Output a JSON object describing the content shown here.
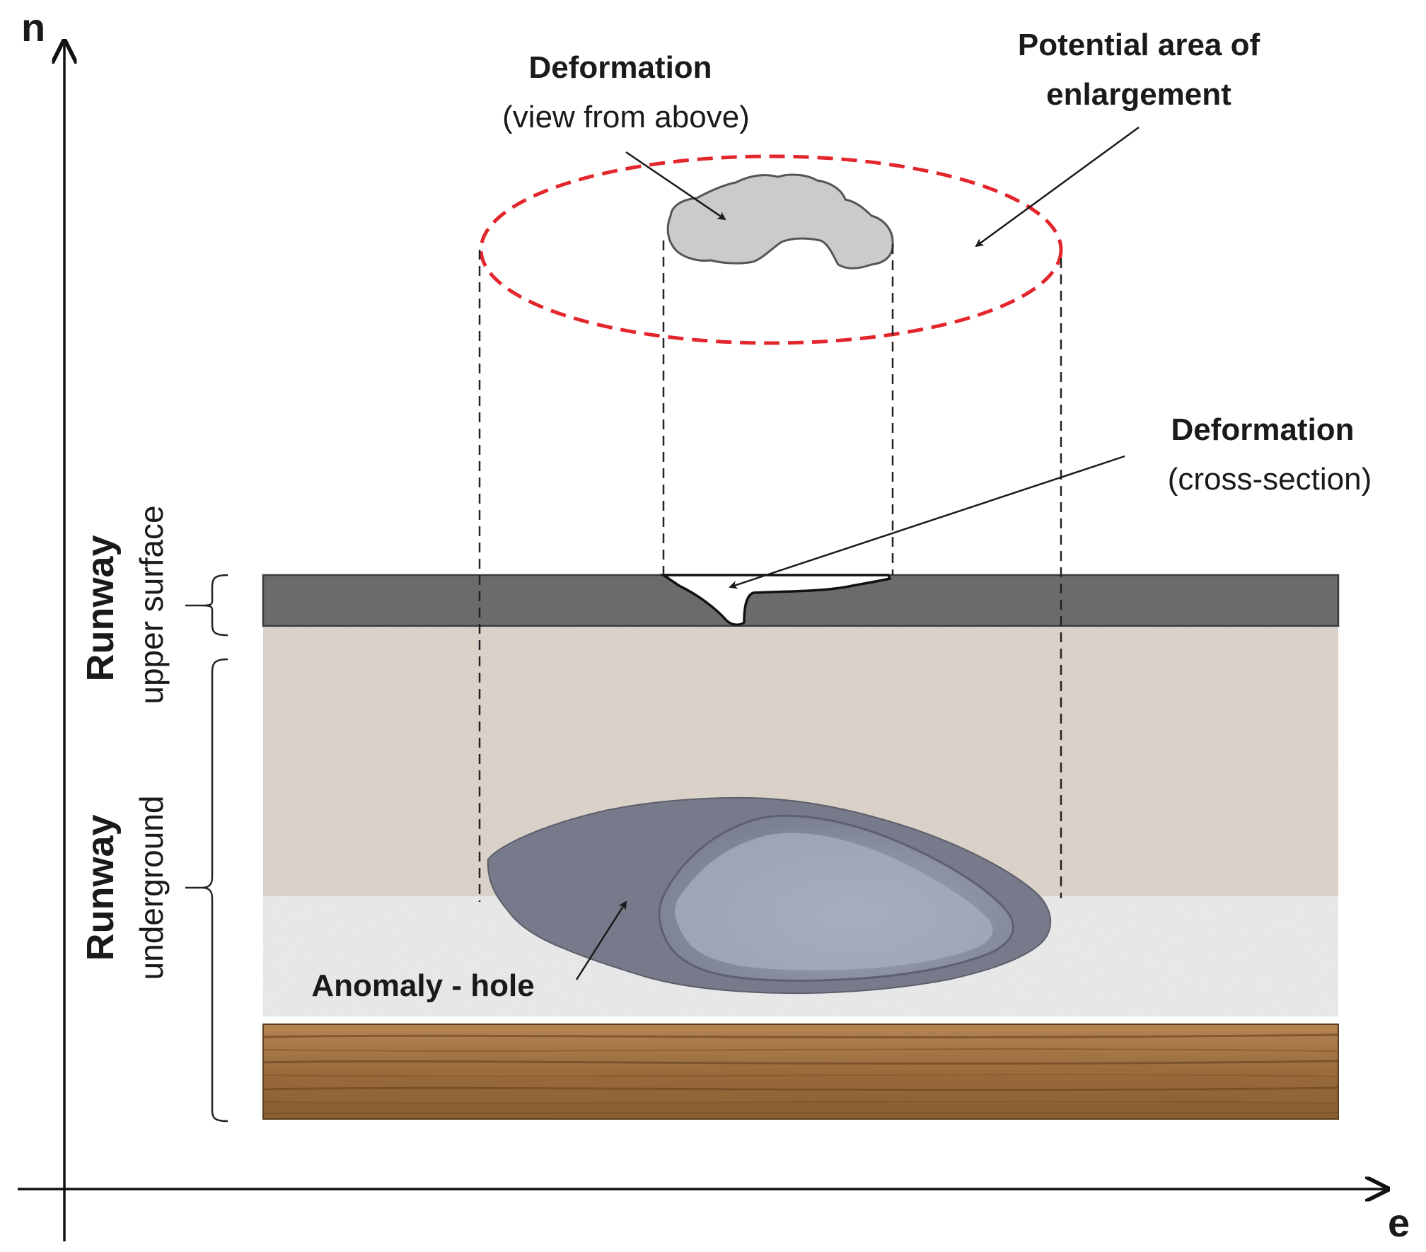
{
  "axes": {
    "vertical_label": "n",
    "horizontal_label": "e"
  },
  "labels": {
    "deformation_above_title": "Deformation",
    "deformation_above_sub": "(view from above)",
    "potential_area_line1": "Potential area of",
    "potential_area_line2": "enlargement",
    "deformation_cross_title": "Deformation",
    "deformation_cross_sub": "(cross-section)",
    "anomaly": "Anomaly - hole"
  },
  "side_labels": {
    "upper_title": "Runway",
    "upper_sub": "upper surface",
    "under_title": "Runway",
    "under_sub": "underground"
  },
  "colors": {
    "enlargement_ellipse": "#e3262c",
    "surface_layer": "#6b6b6b",
    "sand_layer": "#d9d0c8",
    "gravel_layer": "#e8e8e8",
    "wood_layer": "#9c6f3e",
    "deformation_fill": "#c8c8c8",
    "anomaly_fill": "#6f7180"
  }
}
